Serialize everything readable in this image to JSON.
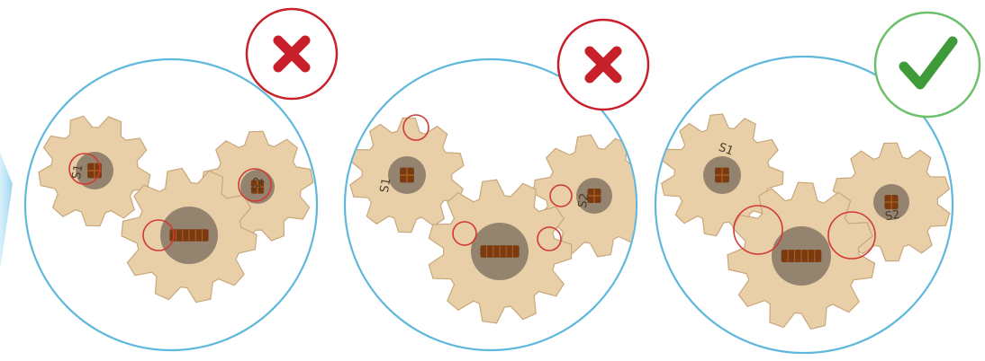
{
  "panels": [
    {
      "verdict": "incorrect",
      "verdict_icon": "cross-icon",
      "gears": [
        {
          "label": "S1",
          "shaft": "single"
        },
        {
          "label": "S2",
          "shaft": "single"
        },
        {
          "label": "",
          "shaft": "double"
        }
      ]
    },
    {
      "verdict": "incorrect",
      "verdict_icon": "cross-icon",
      "gears": [
        {
          "label": "S1",
          "shaft": "single"
        },
        {
          "label": "S2",
          "shaft": "single"
        },
        {
          "label": "",
          "shaft": "double"
        }
      ]
    },
    {
      "verdict": "correct",
      "verdict_icon": "check-icon",
      "gears": [
        {
          "label": "S1",
          "shaft": "single"
        },
        {
          "label": "S2",
          "shaft": "single"
        },
        {
          "label": "",
          "shaft": "double"
        }
      ]
    }
  ],
  "colors": {
    "panel_border": "#5fb8dc",
    "wrong": "#c8202a",
    "right": "#3f9b3a",
    "check_ring": "#6cc06a",
    "wood": "#e8cfa8",
    "wood_edge": "#c9a77c",
    "hub": "#8a7a68",
    "shaft": "#7a3a12",
    "highlight_ring": "#d23a33",
    "arrow": "#a9ddf3"
  }
}
